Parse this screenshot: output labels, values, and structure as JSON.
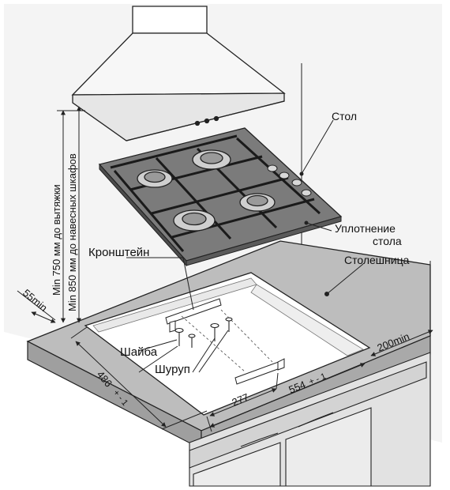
{
  "labels": {
    "stol": "Стол",
    "uplotnenie_1": "Уплотнение",
    "uplotnenie_2": "стола",
    "stoleshnitsa": "Столешница",
    "kronshtein": "Кронштейн",
    "shaiba": "Шайба",
    "shurup": "Шуруп",
    "min750": "Min 750 мм до вытяжки",
    "min850": "Min 850 мм до навесных шкафов",
    "min55": "55min",
    "min200": "200min",
    "dim486": "486",
    "dim486_tol": "+ - 1",
    "dim554": "554",
    "dim554_tol": "+ - 1",
    "dim277": "277"
  },
  "colors": {
    "hob_top": "#7a7a7a",
    "hob_edge": "#4a4a4a",
    "countertop": "#b9b9b9",
    "countertop_front": "#9c9c9c",
    "cabinet": "#e4e4e4",
    "line": "#222222"
  }
}
